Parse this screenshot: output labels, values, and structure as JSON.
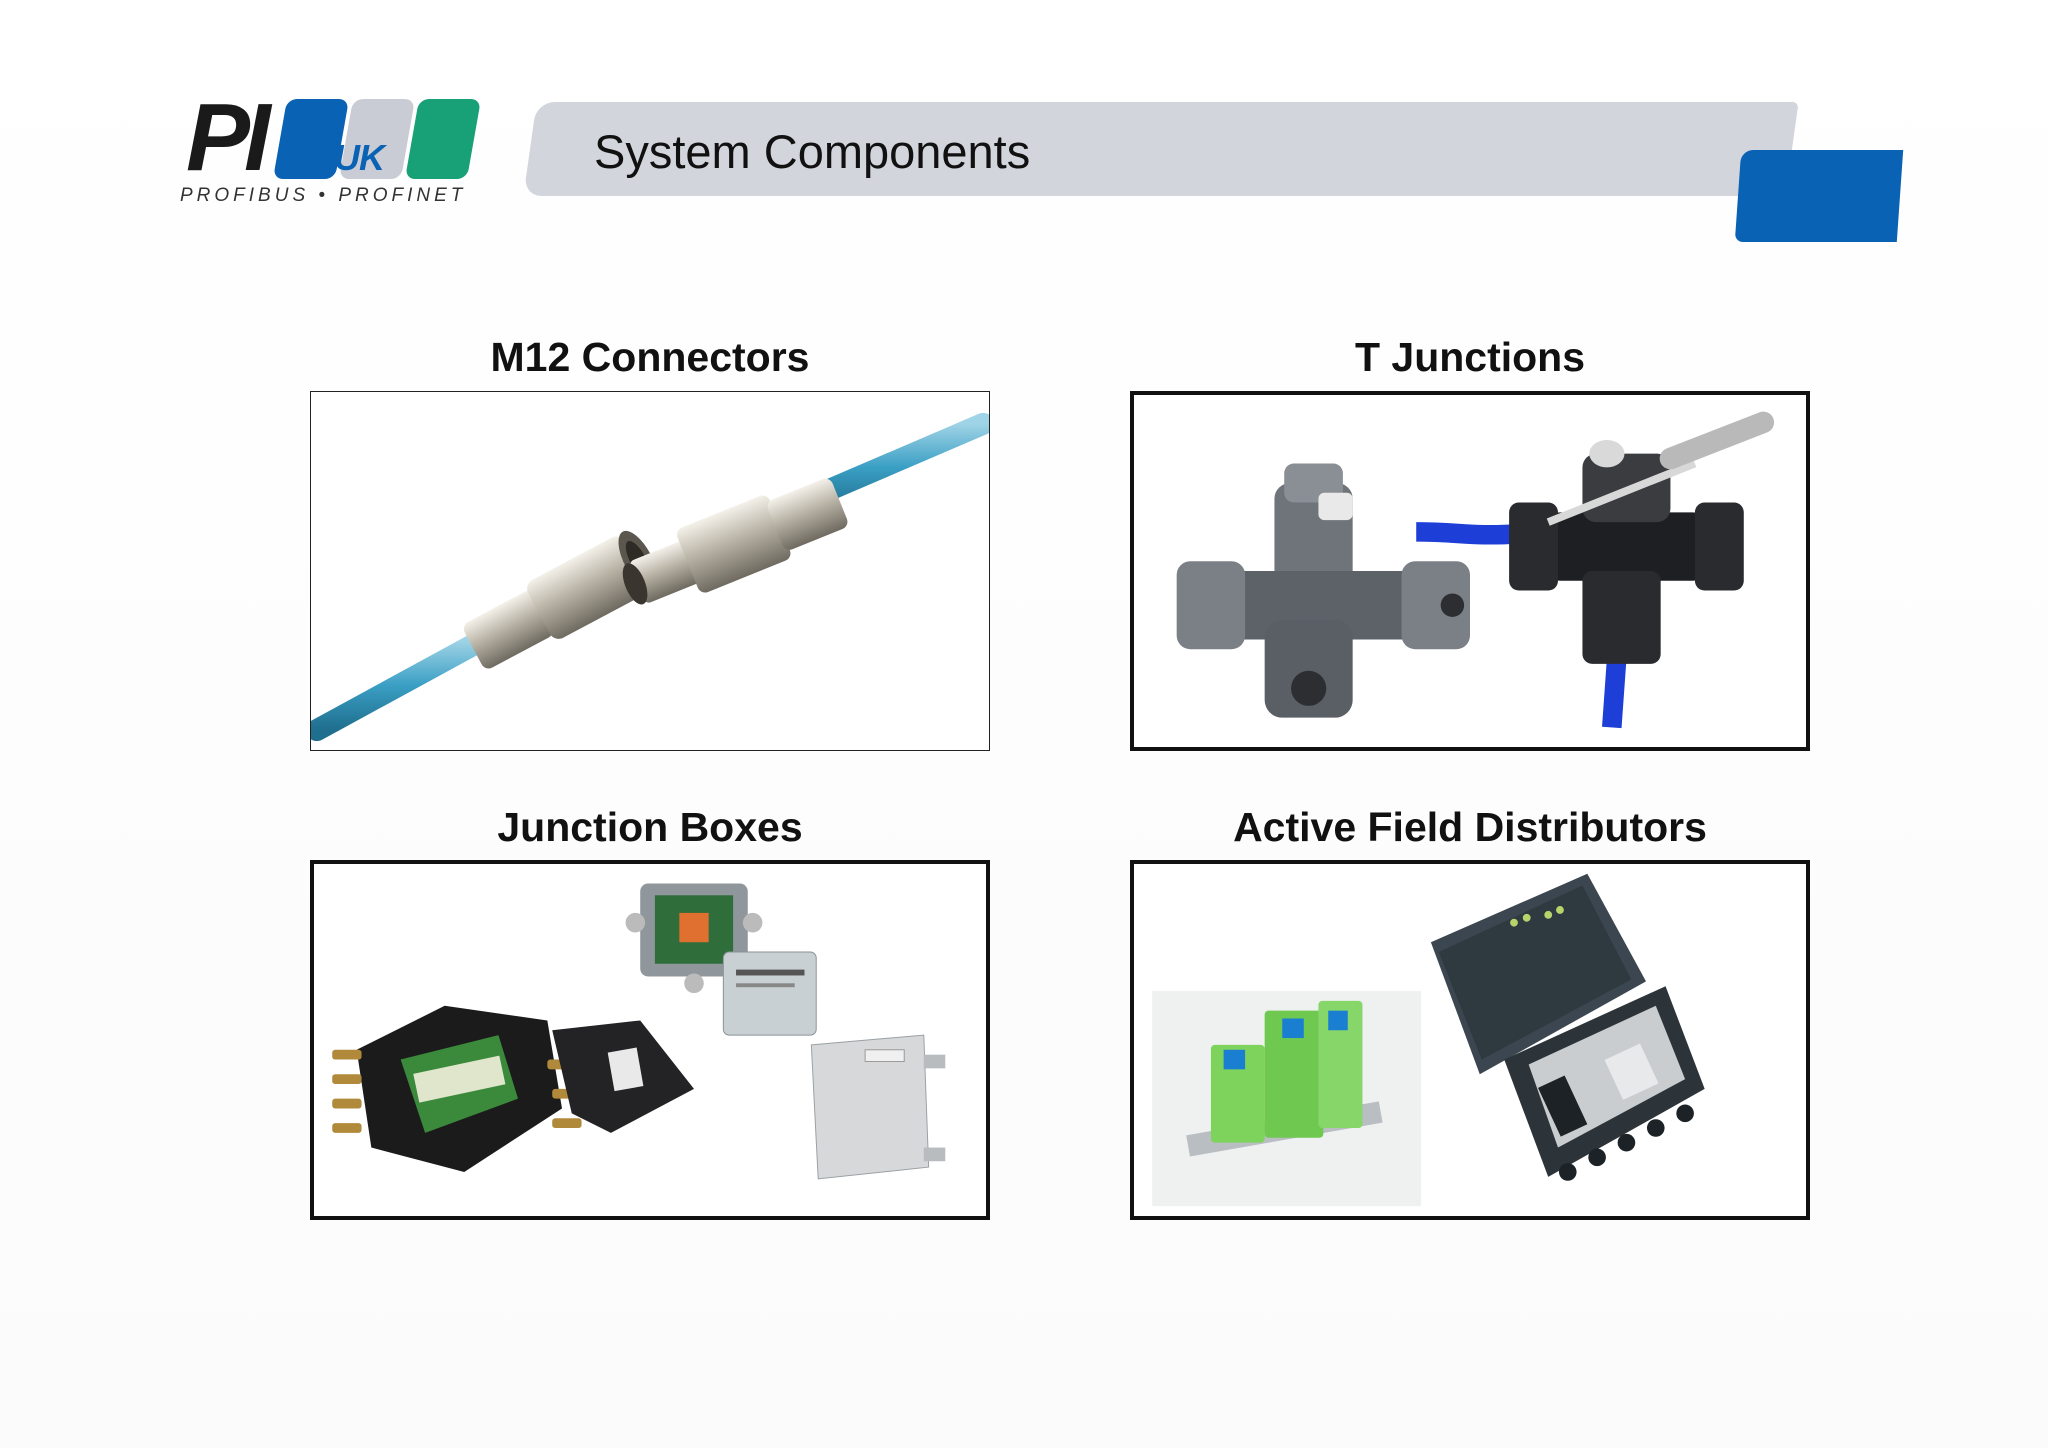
{
  "logo": {
    "mark": "PI",
    "country": "UK",
    "tagline": "PROFIBUS • PROFINET",
    "colors": {
      "blue": "#0a62b4",
      "grey": "#c9ccd4",
      "green": "#18a077"
    }
  },
  "header": {
    "title": "System Components",
    "bar_color": "#d3d5dc",
    "accent_color": "#0a62b4"
  },
  "sections": [
    {
      "caption": "M12 Connectors",
      "image": "m12-connectors-photo"
    },
    {
      "caption": "T Junctions",
      "image": "t-junctions-photo"
    },
    {
      "caption": "Junction Boxes",
      "image": "junction-boxes-photo"
    },
    {
      "caption": "Active Field Distributors",
      "image": "active-field-distributors-photo"
    }
  ]
}
